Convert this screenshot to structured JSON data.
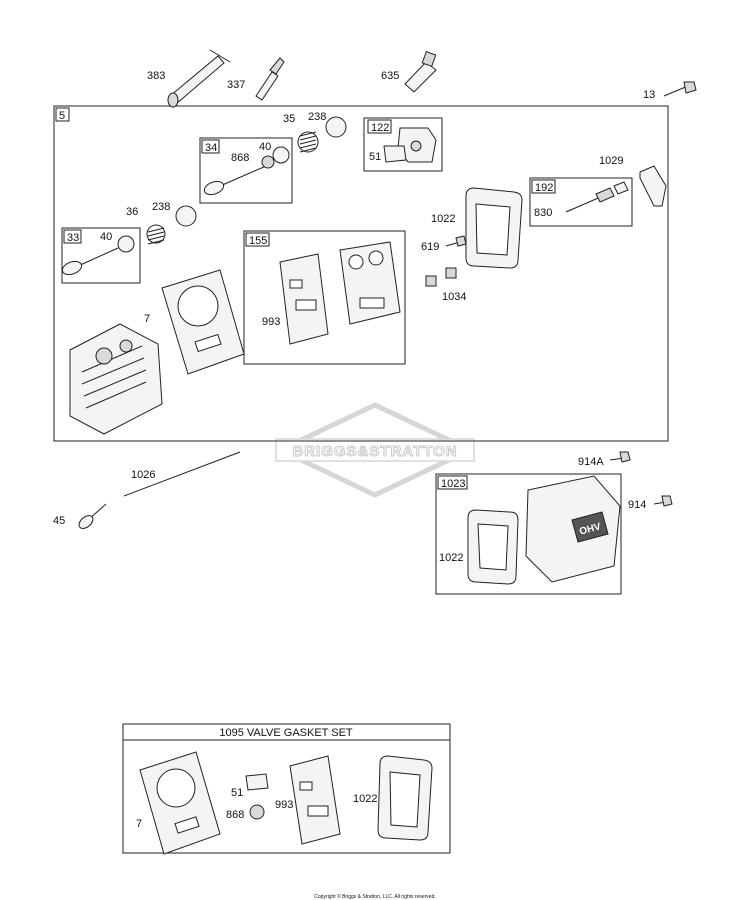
{
  "labels": {
    "p383": "383",
    "p337": "337",
    "p635": "635",
    "p13": "13",
    "p5": "5",
    "p35": "35",
    "p238a": "238",
    "p122": "122",
    "p51a": "51",
    "p34": "34",
    "p868a": "868",
    "p40a": "40",
    "p1029": "1029",
    "p192": "192",
    "p830": "830",
    "p1022a": "1022",
    "p36": "36",
    "p238b": "238",
    "p33": "33",
    "p40b": "40",
    "p155": "155",
    "p619": "619",
    "p1034": "1034",
    "p7a": "7",
    "p993a": "993",
    "p914A": "914A",
    "p1026": "1026",
    "p1023": "1023",
    "p914": "914",
    "p45": "45",
    "p1022b": "1022",
    "p7b": "7",
    "p51b": "51",
    "p868b": "868",
    "p993b": "993",
    "p1022c": "1022"
  },
  "valve_cover_mark": "OHV",
  "gasket_set_title": "1095 VALVE GASKET SET",
  "watermark": "BRIGGS&STRATTON",
  "copyright": "Copyright © Briggs & Stratton, LLC. All rights reserved."
}
